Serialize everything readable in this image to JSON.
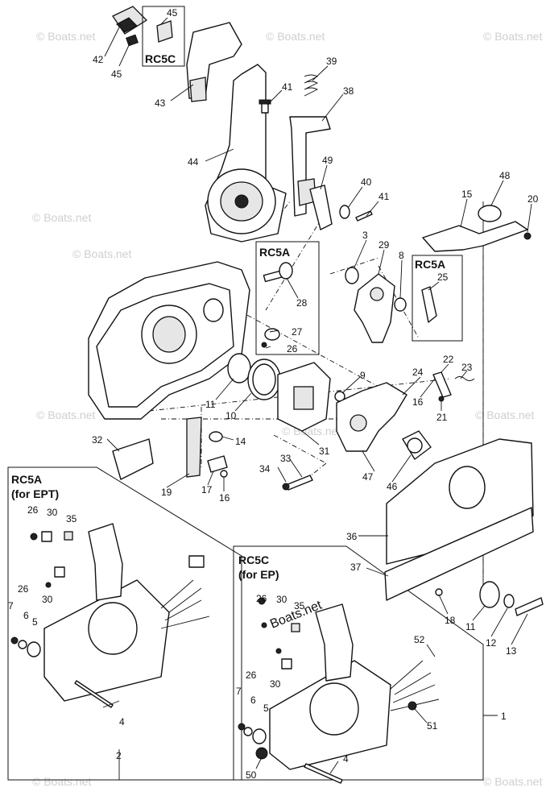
{
  "diagram": {
    "watermark": "© Boats.net",
    "watermark_center": "Boats.net",
    "boxes": {
      "rc5c_top": "RC5C",
      "rc5a_pin": "RC5A",
      "rc5a_lever": "RC5A",
      "rc5a_ept_line1": "RC5A",
      "rc5a_ept_line2": "(for EPT)",
      "rc5c_ep_line1": "RC5C",
      "rc5c_ep_line2": "(for EP)"
    },
    "callouts": {
      "c45a": "45",
      "c42": "42",
      "c45b": "45",
      "c43": "43",
      "c44": "44",
      "c39": "39",
      "c41a": "41",
      "c38": "38",
      "c49": "49",
      "c40": "40",
      "c41b": "41",
      "c48": "48",
      "c15": "15",
      "c20": "20",
      "c3": "3",
      "c29": "29",
      "c8": "8",
      "c25": "25",
      "c28": "28",
      "c27": "27",
      "c26a": "26",
      "c22": "22",
      "c23": "23",
      "c24": "24",
      "c16a": "16",
      "c21": "21",
      "c9": "9",
      "c11a": "11",
      "c10": "10",
      "c14": "14",
      "c31": "31",
      "c47": "47",
      "c46": "46",
      "c32": "32",
      "c19": "19",
      "c17": "17",
      "c16b": "16",
      "c33": "33",
      "c34": "34",
      "c36": "36",
      "c37": "37",
      "c18": "18",
      "c11b": "11",
      "c12": "12",
      "c13": "13",
      "c26b": "26",
      "c30a": "30",
      "c35a": "35",
      "c26c": "26",
      "c30b": "30",
      "c7a": "7",
      "c6a": "6",
      "c5a": "5",
      "c4a": "4",
      "c2": "2",
      "c26d": "26",
      "c30c": "30",
      "c35b": "35",
      "c52": "52",
      "c26e": "26",
      "c30d": "30",
      "c7b": "7",
      "c6b": "6",
      "c5b": "5",
      "c51": "51",
      "c1": "1",
      "c4b": "4",
      "c50": "50"
    }
  }
}
